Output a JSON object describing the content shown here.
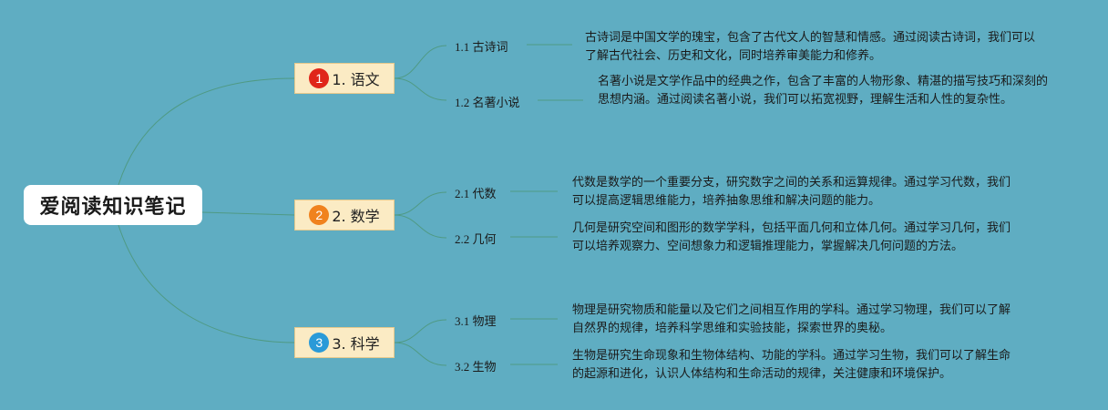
{
  "root": {
    "title": "爱阅读知识笔记"
  },
  "branches": [
    {
      "badge": "1",
      "badge_color": "#e0261a",
      "label": "1. 语文",
      "subs": [
        {
          "label": "1.1 古诗词",
          "desc": "古诗词是中国文学的瑰宝，包含了古代文人的智慧和情感。通过阅读古诗词，我们可以了解古代社会、历史和文化，同时培养审美能力和修养。"
        },
        {
          "label": "1.2 名著小说",
          "desc": "名著小说是文学作品中的经典之作，包含了丰富的人物形象、精湛的描写技巧和深刻的思想内涵。通过阅读名著小说，我们可以拓宽视野，理解生活和人性的复杂性。"
        }
      ]
    },
    {
      "badge": "2",
      "badge_color": "#f0821e",
      "label": "2. 数学",
      "subs": [
        {
          "label": "2.1 代数",
          "desc": "代数是数学的一个重要分支，研究数字之间的关系和运算规律。通过学习代数，我们可以提高逻辑思维能力，培养抽象思维和解决问题的能力。"
        },
        {
          "label": "2.2 几何",
          "desc": "几何是研究空间和图形的数学学科，包括平面几何和立体几何。通过学习几何，我们可以培养观察力、空间想象力和逻辑推理能力，掌握解决几何问题的方法。"
        }
      ]
    },
    {
      "badge": "3",
      "badge_color": "#2a9ad8",
      "label": "3. 科学",
      "subs": [
        {
          "label": "3.1 物理",
          "desc": "物理是研究物质和能量以及它们之间相互作用的学科。通过学习物理，我们可以了解自然界的规律，培养科学思维和实验技能，探索世界的奥秘。"
        },
        {
          "label": "3.2 生物",
          "desc": "生物是研究生命现象和生物体结构、功能的学科。通过学习生物，我们可以了解生命的起源和进化，认识人体结构和生命活动的规律，关注健康和环境保护。"
        }
      ]
    }
  ]
}
